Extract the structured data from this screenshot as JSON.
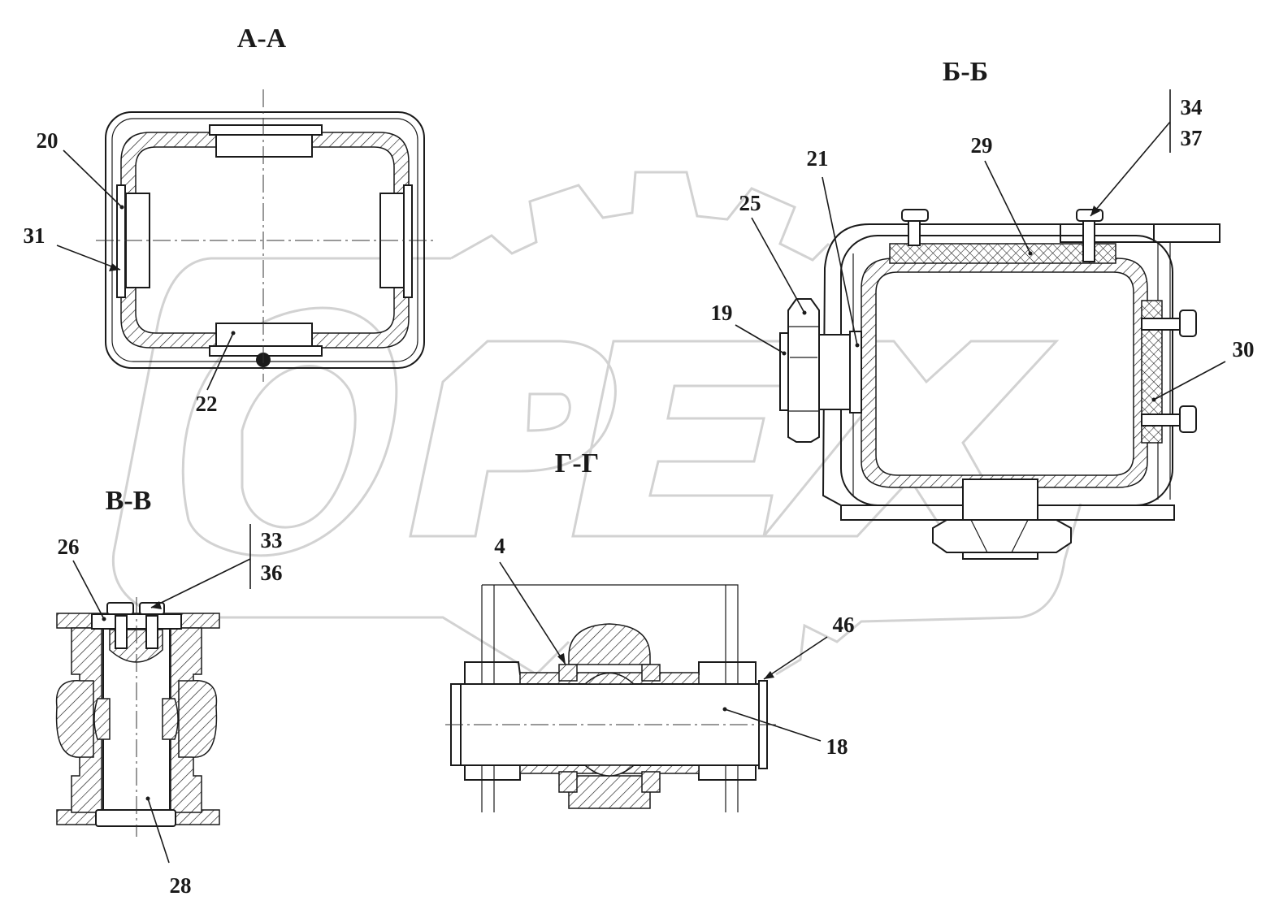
{
  "sections": {
    "aa": "А-А",
    "bb": "Б-Б",
    "vv": "В-В",
    "gg": "Г-Г"
  },
  "callouts": {
    "c20": "20",
    "c31": "31",
    "c22": "22",
    "c25": "25",
    "c21": "21",
    "c29": "29",
    "c34": "34",
    "c37": "37",
    "c19": "19",
    "c30": "30",
    "c26": "26",
    "c33": "33",
    "c36": "36",
    "c28": "28",
    "c4": "4",
    "c46": "46",
    "c18": "18"
  },
  "watermark": "OPEX"
}
